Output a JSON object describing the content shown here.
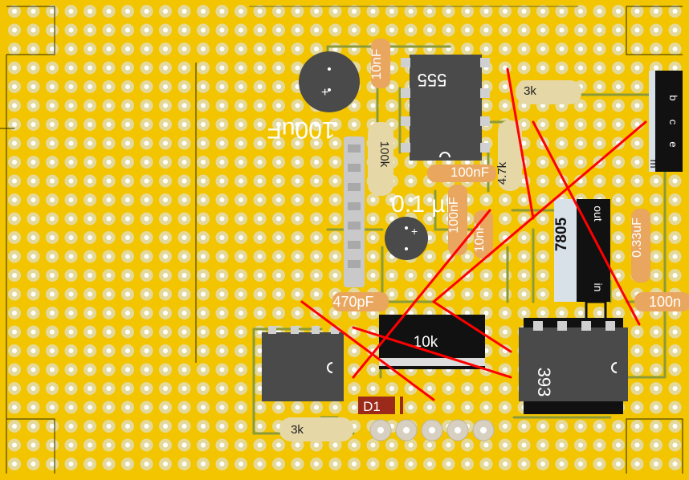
{
  "board": {
    "background": "#f2c500",
    "pad_outer": "#e4d99a",
    "pad_inner": "#ffffff",
    "trace": "#8c9a3a",
    "cut": "#ff0000"
  },
  "labels": {
    "cap_100uF": "100uF",
    "cap_10nF": "10nF",
    "ic_555": "555",
    "res_3k_top": "3k",
    "res_100k": "100k",
    "cap_100nF_a": "100nF",
    "res_4k7": "4.7k",
    "cap_01uF": "0.1 µF",
    "cap_100nF_b": "100nF",
    "cap_10nF_b": "10nF",
    "reg_7805": "7805",
    "reg_out": "out",
    "reg_in": "in",
    "cap_033uF": "0.33uF",
    "cap_100n_r": "100n",
    "cap_470pF": "470pF",
    "pot_10k": "10k",
    "ic_393": "393",
    "diode_d1": "D1",
    "res_3k_bottom": "3k",
    "conn_m": "m",
    "conn_e": "e",
    "conn_c": "c",
    "conn_b": "b"
  }
}
